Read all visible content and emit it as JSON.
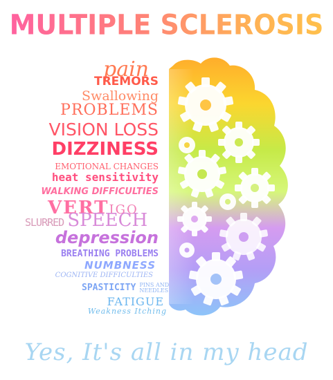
{
  "title": "MULTIPLE SCLEROSIS",
  "symptoms": {
    "pain": "pain",
    "tremors": "TREMORS",
    "swallowing": "Swallowing",
    "problems": "PROBLEMS",
    "vision_loss": "VISION LOSS",
    "dizziness": "DIZZINESS",
    "emotional_changes": "EMOTIONAL CHANGES",
    "heat_sensitivity": "heat sensitivity",
    "walking_difficulties": "WALKING DIFFICULTIES",
    "vertigo_big": "VERT",
    "vertigo_small": "IGO",
    "slurred": "SLURRED",
    "speech": "SPEECH",
    "depression": "depression",
    "breathing_problems": "BREATHING PROBLEMS",
    "numbness": "NUMBNESS",
    "cognitive": "COGNITIVE DIFFICULTIES",
    "spasticity": "SPASTICITY",
    "pins": "PINS AND",
    "needles": "NEEDLES",
    "fatigue": "FATIGUE",
    "weakness_itching": "Weakness Itching"
  },
  "tagline": "Yes, It's all in my head",
  "colors": {
    "title_gradient": [
      "#ff5fa2",
      "#ffc24a"
    ],
    "words_top": "#ff6a4f",
    "words_mid": "#ff3f7f",
    "words_low": "#7a8cf0",
    "words_bottom": "#5fb4f0",
    "tagline": "#a8d6f2",
    "brain_orange": "#ffb230",
    "brain_yellow": "#f4e23a",
    "brain_green": "#b8ea52",
    "brain_purple": "#c788f0",
    "brain_blue": "#8ec2f8"
  }
}
